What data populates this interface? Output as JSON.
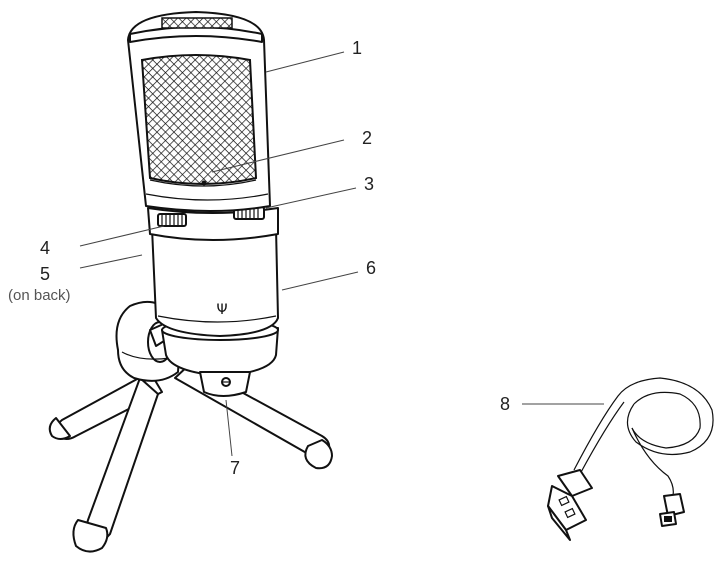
{
  "callouts": [
    {
      "id": "1",
      "note": ""
    },
    {
      "id": "2",
      "note": ""
    },
    {
      "id": "3",
      "note": ""
    },
    {
      "id": "4",
      "note": ""
    },
    {
      "id": "5",
      "note": "(on back)"
    },
    {
      "id": "6",
      "note": ""
    },
    {
      "id": "7",
      "note": ""
    },
    {
      "id": "8",
      "note": ""
    }
  ],
  "usb_symbol": "Ψ"
}
